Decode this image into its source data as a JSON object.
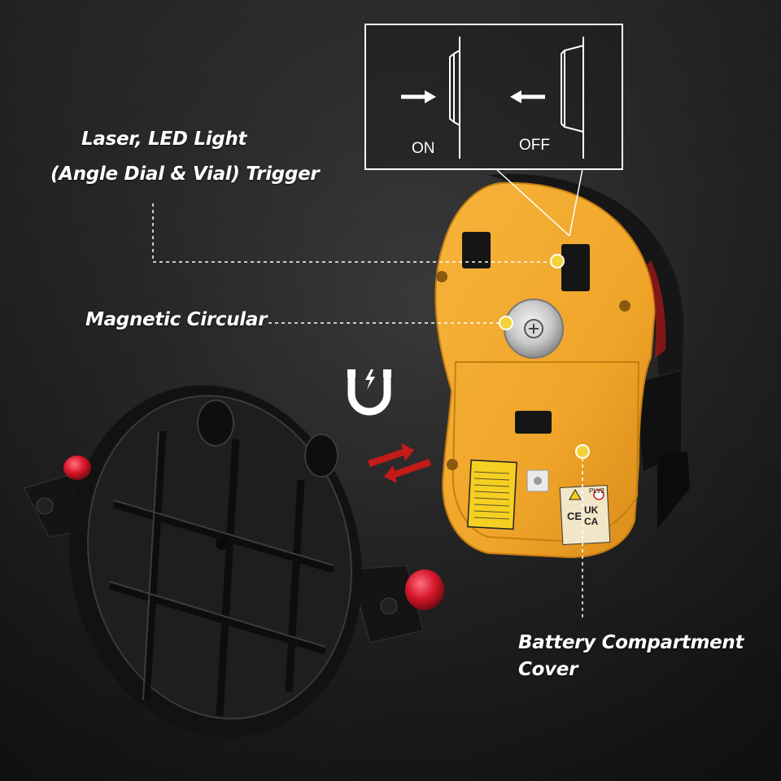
{
  "callouts": {
    "trigger_line1": "Laser, LED Light",
    "trigger_line2": "(Angle Dial & Vial) Trigger",
    "magnetic": "Magnetic Circular",
    "battery_line1": "Battery Compartment",
    "battery_line2": "Cover"
  },
  "switch_diagram": {
    "on_label": "ON",
    "off_label": "OFF"
  },
  "device_markings": {
    "model": "PLV2",
    "uk_mark": "UK CA",
    "ce_mark": "CE"
  },
  "colors": {
    "background": "#222222",
    "device_body": "#F0A52A",
    "mount_base": "#1a1a1a",
    "red_knob": "#d8182a",
    "magnet_arrows": "#c41a1a",
    "callout_line": "#ffffff"
  },
  "icons": [
    "magnet-icon",
    "magnet-attach-arrows-icon"
  ]
}
